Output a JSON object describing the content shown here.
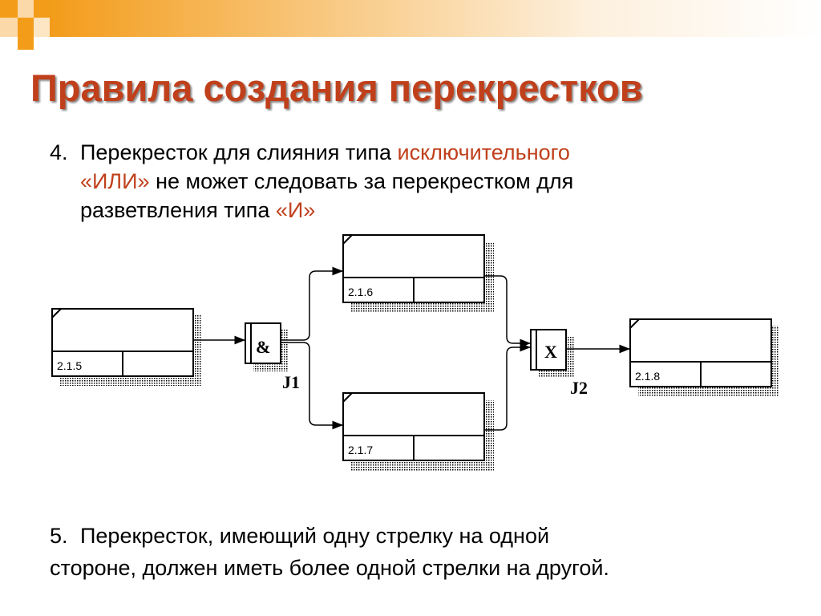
{
  "slide": {
    "title": "Правила создания перекрестков",
    "rule4": {
      "number": "4.",
      "line1_text": "Перекресток для слияния типа ",
      "line1_highlight": "исключительного",
      "line2_highlight": "«ИЛИ»",
      "line2_text": " не может следовать за перекрестком для",
      "line3_text": "разветвления типа ",
      "line3_highlight": "«И»"
    },
    "rule5": {
      "number": "5.",
      "line1": "Перекресток, имеющий одну стрелку на одной",
      "line2": "стороне, должен иметь более одной стрелки на другой."
    }
  },
  "diagram": {
    "boxes": [
      {
        "id": "box-215",
        "number": "2.1.5"
      },
      {
        "id": "box-216",
        "number": "2.1.6"
      },
      {
        "id": "box-217",
        "number": "2.1.7"
      },
      {
        "id": "box-218",
        "number": "2.1.8"
      }
    ],
    "junctions": [
      {
        "id": "j1",
        "symbol": "&",
        "label": "J1"
      },
      {
        "id": "j2",
        "symbol": "X",
        "label": "J2"
      }
    ]
  },
  "colors": {
    "accent": "#c0401c",
    "orange": "#f39c1a",
    "pale_orange": "#f8c77e"
  }
}
